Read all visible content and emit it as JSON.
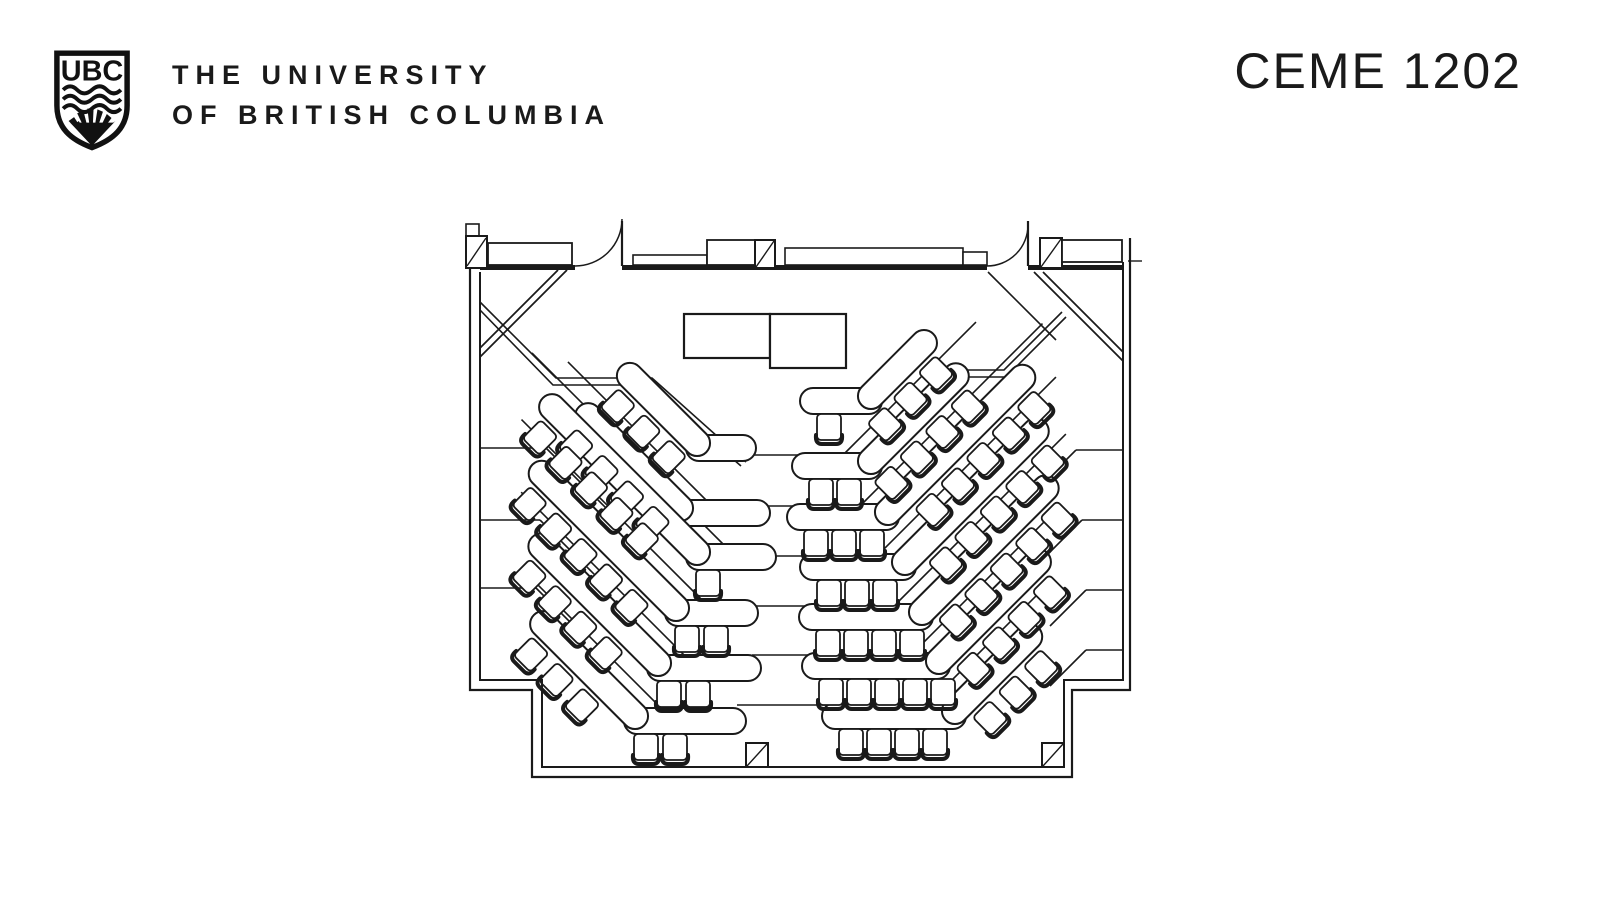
{
  "header": {
    "logo_monogram": "UBC",
    "university_name_line1": "THE UNIVERSITY",
    "university_name_line2": "OF BRITISH COLUMBIA",
    "room_label": "CEME 1202"
  },
  "floorplan": {
    "colors": {
      "ink": "#1a1a1a",
      "background": "#ffffff"
    },
    "podium": {
      "left_rect": [
        684,
        314,
        86,
        44
      ],
      "right_rect": [
        770,
        314,
        76,
        54
      ]
    },
    "seating": {
      "description": "chevron lecture-room seating, desks with chairs facing front",
      "left_rows": [
        {
          "bend": [
            702,
            448
          ],
          "bar_end": 743,
          "bar_chairs": 0,
          "diag_len": 115,
          "diag_chairs": 3
        },
        {
          "bend": [
            685,
            513
          ],
          "bar_end": 757,
          "bar_chairs": 0,
          "diag_len": 150,
          "diag_chairs": 4
        },
        {
          "bend": [
            702,
            557
          ],
          "bar_end": 763,
          "bar_chairs": 1,
          "diag_len": 225,
          "diag_chairs": 5
        },
        {
          "bend": [
            681,
            613
          ],
          "bar_end": 745,
          "bar_chairs": 2,
          "diag_len": 210,
          "diag_chairs": 5
        },
        {
          "bend": [
            663,
            668
          ],
          "bar_end": 748,
          "bar_chairs": 2,
          "diag_len": 185,
          "diag_chairs": 4
        },
        {
          "bend": [
            640,
            721
          ],
          "bar_end": 733,
          "bar_chairs": 2,
          "diag_len": 150,
          "diag_chairs": 3
        }
      ],
      "right_rows": [
        {
          "bend": [
            866,
            401
          ],
          "bar_end": 813,
          "bar_chairs": 1,
          "diag_len": 95,
          "diag_chairs": 3
        },
        {
          "bend": [
            866,
            466
          ],
          "bar_end": 805,
          "bar_chairs": 2,
          "diag_len": 140,
          "diag_chairs": 4
        },
        {
          "bend": [
            883,
            517
          ],
          "bar_end": 800,
          "bar_chairs": 3,
          "diag_len": 210,
          "diag_chairs": 5
        },
        {
          "bend": [
            900,
            567
          ],
          "bar_end": 813,
          "bar_chairs": 3,
          "diag_len": 205,
          "diag_chairs": 5
        },
        {
          "bend": [
            917,
            617
          ],
          "bar_end": 812,
          "bar_chairs": 4,
          "diag_len": 195,
          "diag_chairs": 5
        },
        {
          "bend": [
            934,
            666
          ],
          "bar_end": 815,
          "bar_chairs": 5,
          "diag_len": 160,
          "diag_chairs": 4
        },
        {
          "bend": [
            950,
            716
          ],
          "bar_end": 835,
          "bar_chairs": 4,
          "diag_len": 125,
          "diag_chairs": 3
        }
      ],
      "total_seats": 82
    }
  }
}
